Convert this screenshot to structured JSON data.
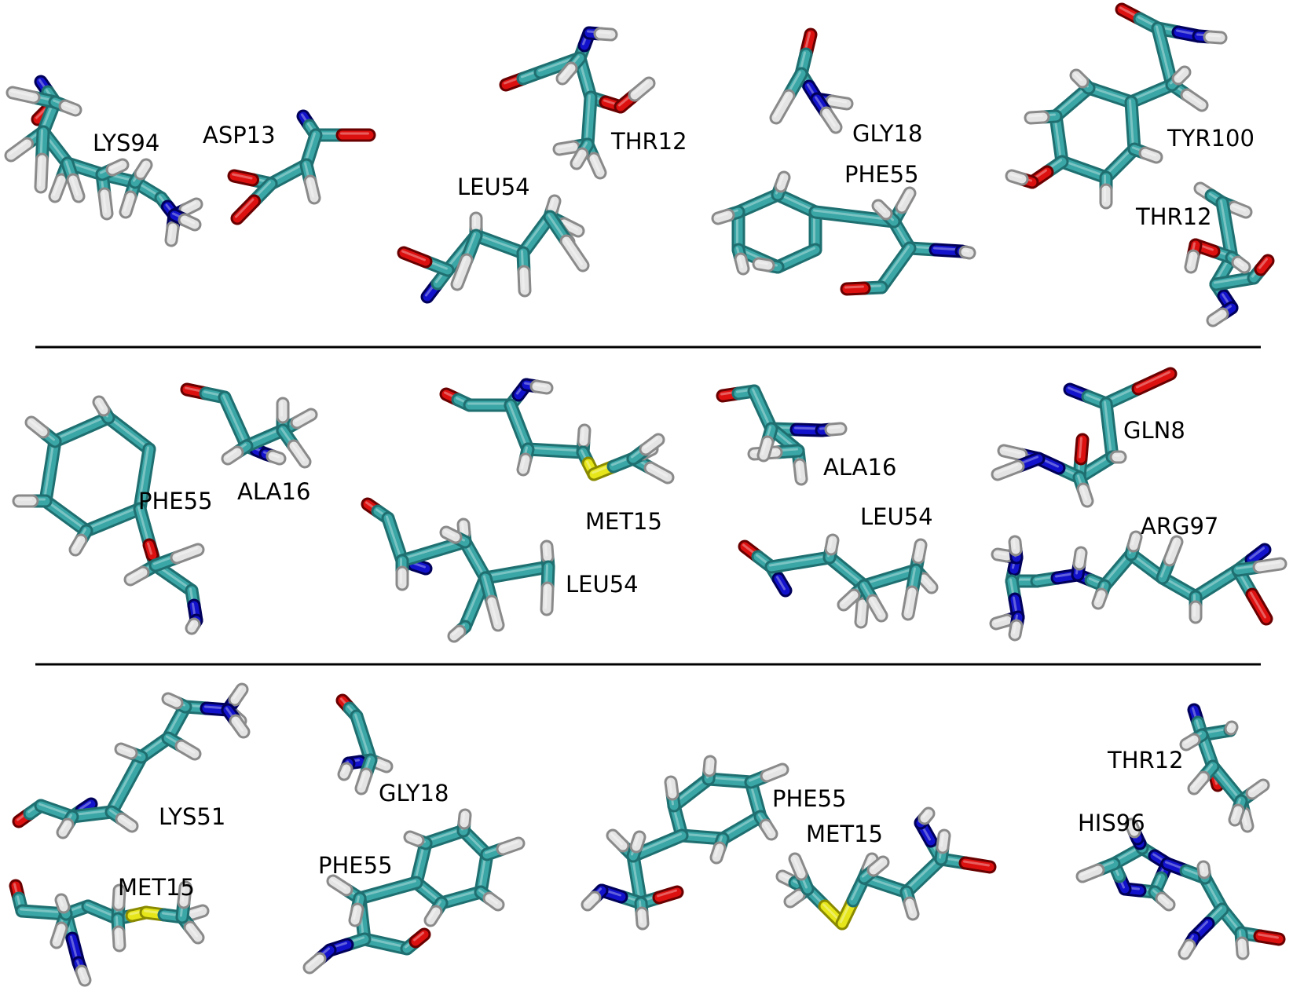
{
  "colors": {
    "carbon": "#3aa6a6",
    "carbon_dark": "#1f6f70",
    "hydrogen": "#e4e4e4",
    "hydrogen_dark": "#8a8a8a",
    "nitrogen": "#1212cc",
    "nitrogen_dark": "#00005a",
    "oxygen": "#dd1010",
    "oxygen_dark": "#6a0000",
    "sulfur": "#e6e61a",
    "sulfur_dark": "#8a8a00",
    "separator": "#000000",
    "label": "#000000"
  },
  "icons": {
    "bond": "licorice-stick-bond"
  },
  "rows": [
    {
      "residues": [
        {
          "label": "LYS94"
        },
        {
          "label": "ASP13"
        },
        {
          "label": "THR12"
        },
        {
          "label": "LEU54"
        },
        {
          "label": "GLY18"
        },
        {
          "label": "PHE55"
        },
        {
          "label": "TYR100"
        },
        {
          "label": "THR12"
        }
      ]
    },
    {
      "residues": [
        {
          "label": "PHE55"
        },
        {
          "label": "ALA16"
        },
        {
          "label": "MET15"
        },
        {
          "label": "LEU54"
        },
        {
          "label": "ALA16"
        },
        {
          "label": "LEU54"
        },
        {
          "label": "GLN8"
        },
        {
          "label": "ARG97"
        }
      ]
    },
    {
      "residues": [
        {
          "label": "LYS51"
        },
        {
          "label": "GLY18"
        },
        {
          "label": "MET15"
        },
        {
          "label": "PHE55"
        },
        {
          "label": "PHE55"
        },
        {
          "label": "MET15"
        },
        {
          "label": "THR12"
        },
        {
          "label": "HIS96"
        }
      ]
    }
  ]
}
